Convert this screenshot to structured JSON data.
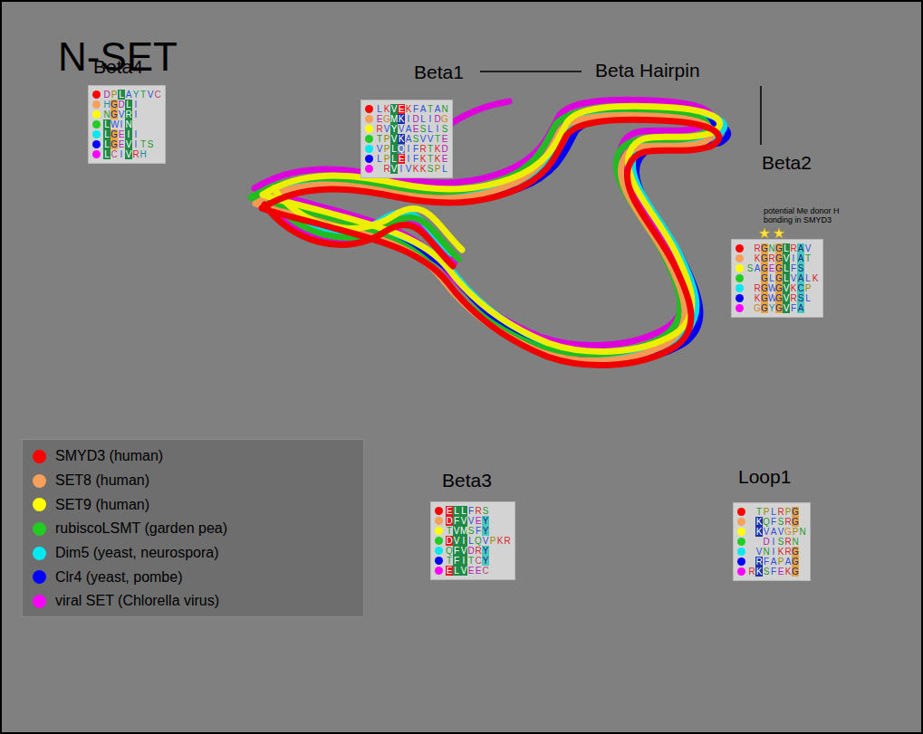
{
  "diagram": {
    "title": "N-SET",
    "nodes": [
      {
        "text": [
          "Beta4",
          "DPLAYTVC",
          "HGDLI",
          "NGVRI",
          "LWIN",
          "LGEII",
          "LGEVITS",
          "LCIVRH"
        ]
      },
      {
        "text": [
          "Beta1",
          "LKVEKFATAN",
          "EGMKIDLIDG",
          "RVYVAESLIS",
          "TPVKASVVTE",
          "VPLQIFRTKD",
          "LPLEIFKTKE",
          "RVIVKKSPL"
        ]
      },
      {
        "text": [
          "Beta2",
          "RGNGLRAV",
          "KGRGVIAT",
          "SAGEGLFS",
          "GLGLVALK",
          "RGWGVKCP",
          "KGWGVRSL",
          "GGYGVFA"
        ]
      },
      {
        "text": [
          "Beta3",
          "ELLFRS",
          "DFVVEY",
          "TVMSFY",
          "DVILQVPKR",
          "QFVDRY",
          "TFITCY",
          "ELVEEC"
        ]
      },
      {
        "text": [
          "Loop1",
          "TPLRPG",
          "KQFSRG",
          "KVAVGPN",
          "DISRN",
          "VNIKRG",
          "RFAPAG",
          "RKSFEKG"
        ]
      }
    ],
    "labels": [
      "Beta Hairpin",
      "potential Me donor H bonding in SMYD3"
    ],
    "legend": [
      {
        "text": "SMYD3 (human)",
        "color": "#ff0000"
      },
      {
        "text": "SET8 (human)",
        "color": "#f7a05a"
      },
      {
        "text": "SET9 (human)",
        "color": "#ffff00"
      },
      {
        "text": "rubiscoLSMT (garden pea)",
        "color": "#22cc22"
      },
      {
        "text": "Dim5 (yeast, neurospora)",
        "color": "#00e8f0"
      },
      {
        "text": "Clr4 (yeast, pombe)",
        "color": "#0000ff"
      },
      {
        "text": "viral SET (Chlorella virus)",
        "color": "#ff00ff"
      }
    ]
  }
}
